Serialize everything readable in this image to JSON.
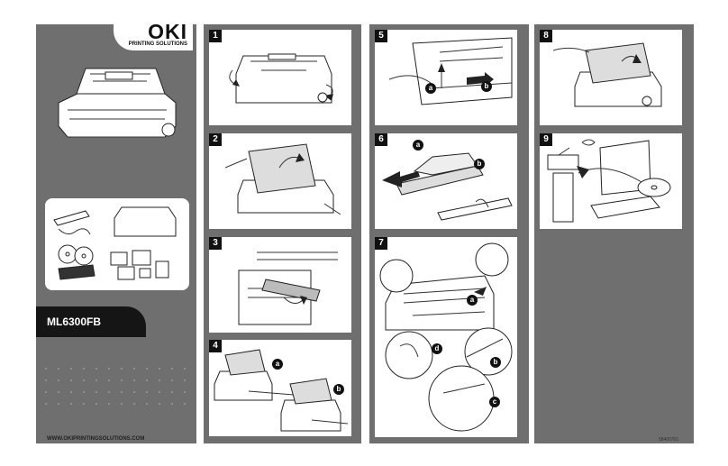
{
  "brand": {
    "logo_text": "OKI",
    "tagline": "PRINTING SOLUTIONS"
  },
  "model": "ML6300FB",
  "footer": {
    "url": "WWW.OKIPRINTINGSOLUTIONS.COM",
    "doc_number": "58400701"
  },
  "steps": [
    {
      "number": "1"
    },
    {
      "number": "2"
    },
    {
      "number": "3"
    },
    {
      "number": "4",
      "callouts": [
        "a",
        "b"
      ]
    },
    {
      "number": "5",
      "callouts": [
        "a",
        "b"
      ]
    },
    {
      "number": "6",
      "callouts": [
        "a",
        "b"
      ]
    },
    {
      "number": "7",
      "callouts": [
        "a",
        "b",
        "c",
        "d"
      ]
    },
    {
      "number": "8"
    },
    {
      "number": "9"
    }
  ],
  "colors": {
    "background": "#6f6f6f",
    "panel": "#ffffff",
    "label": "#111111"
  }
}
